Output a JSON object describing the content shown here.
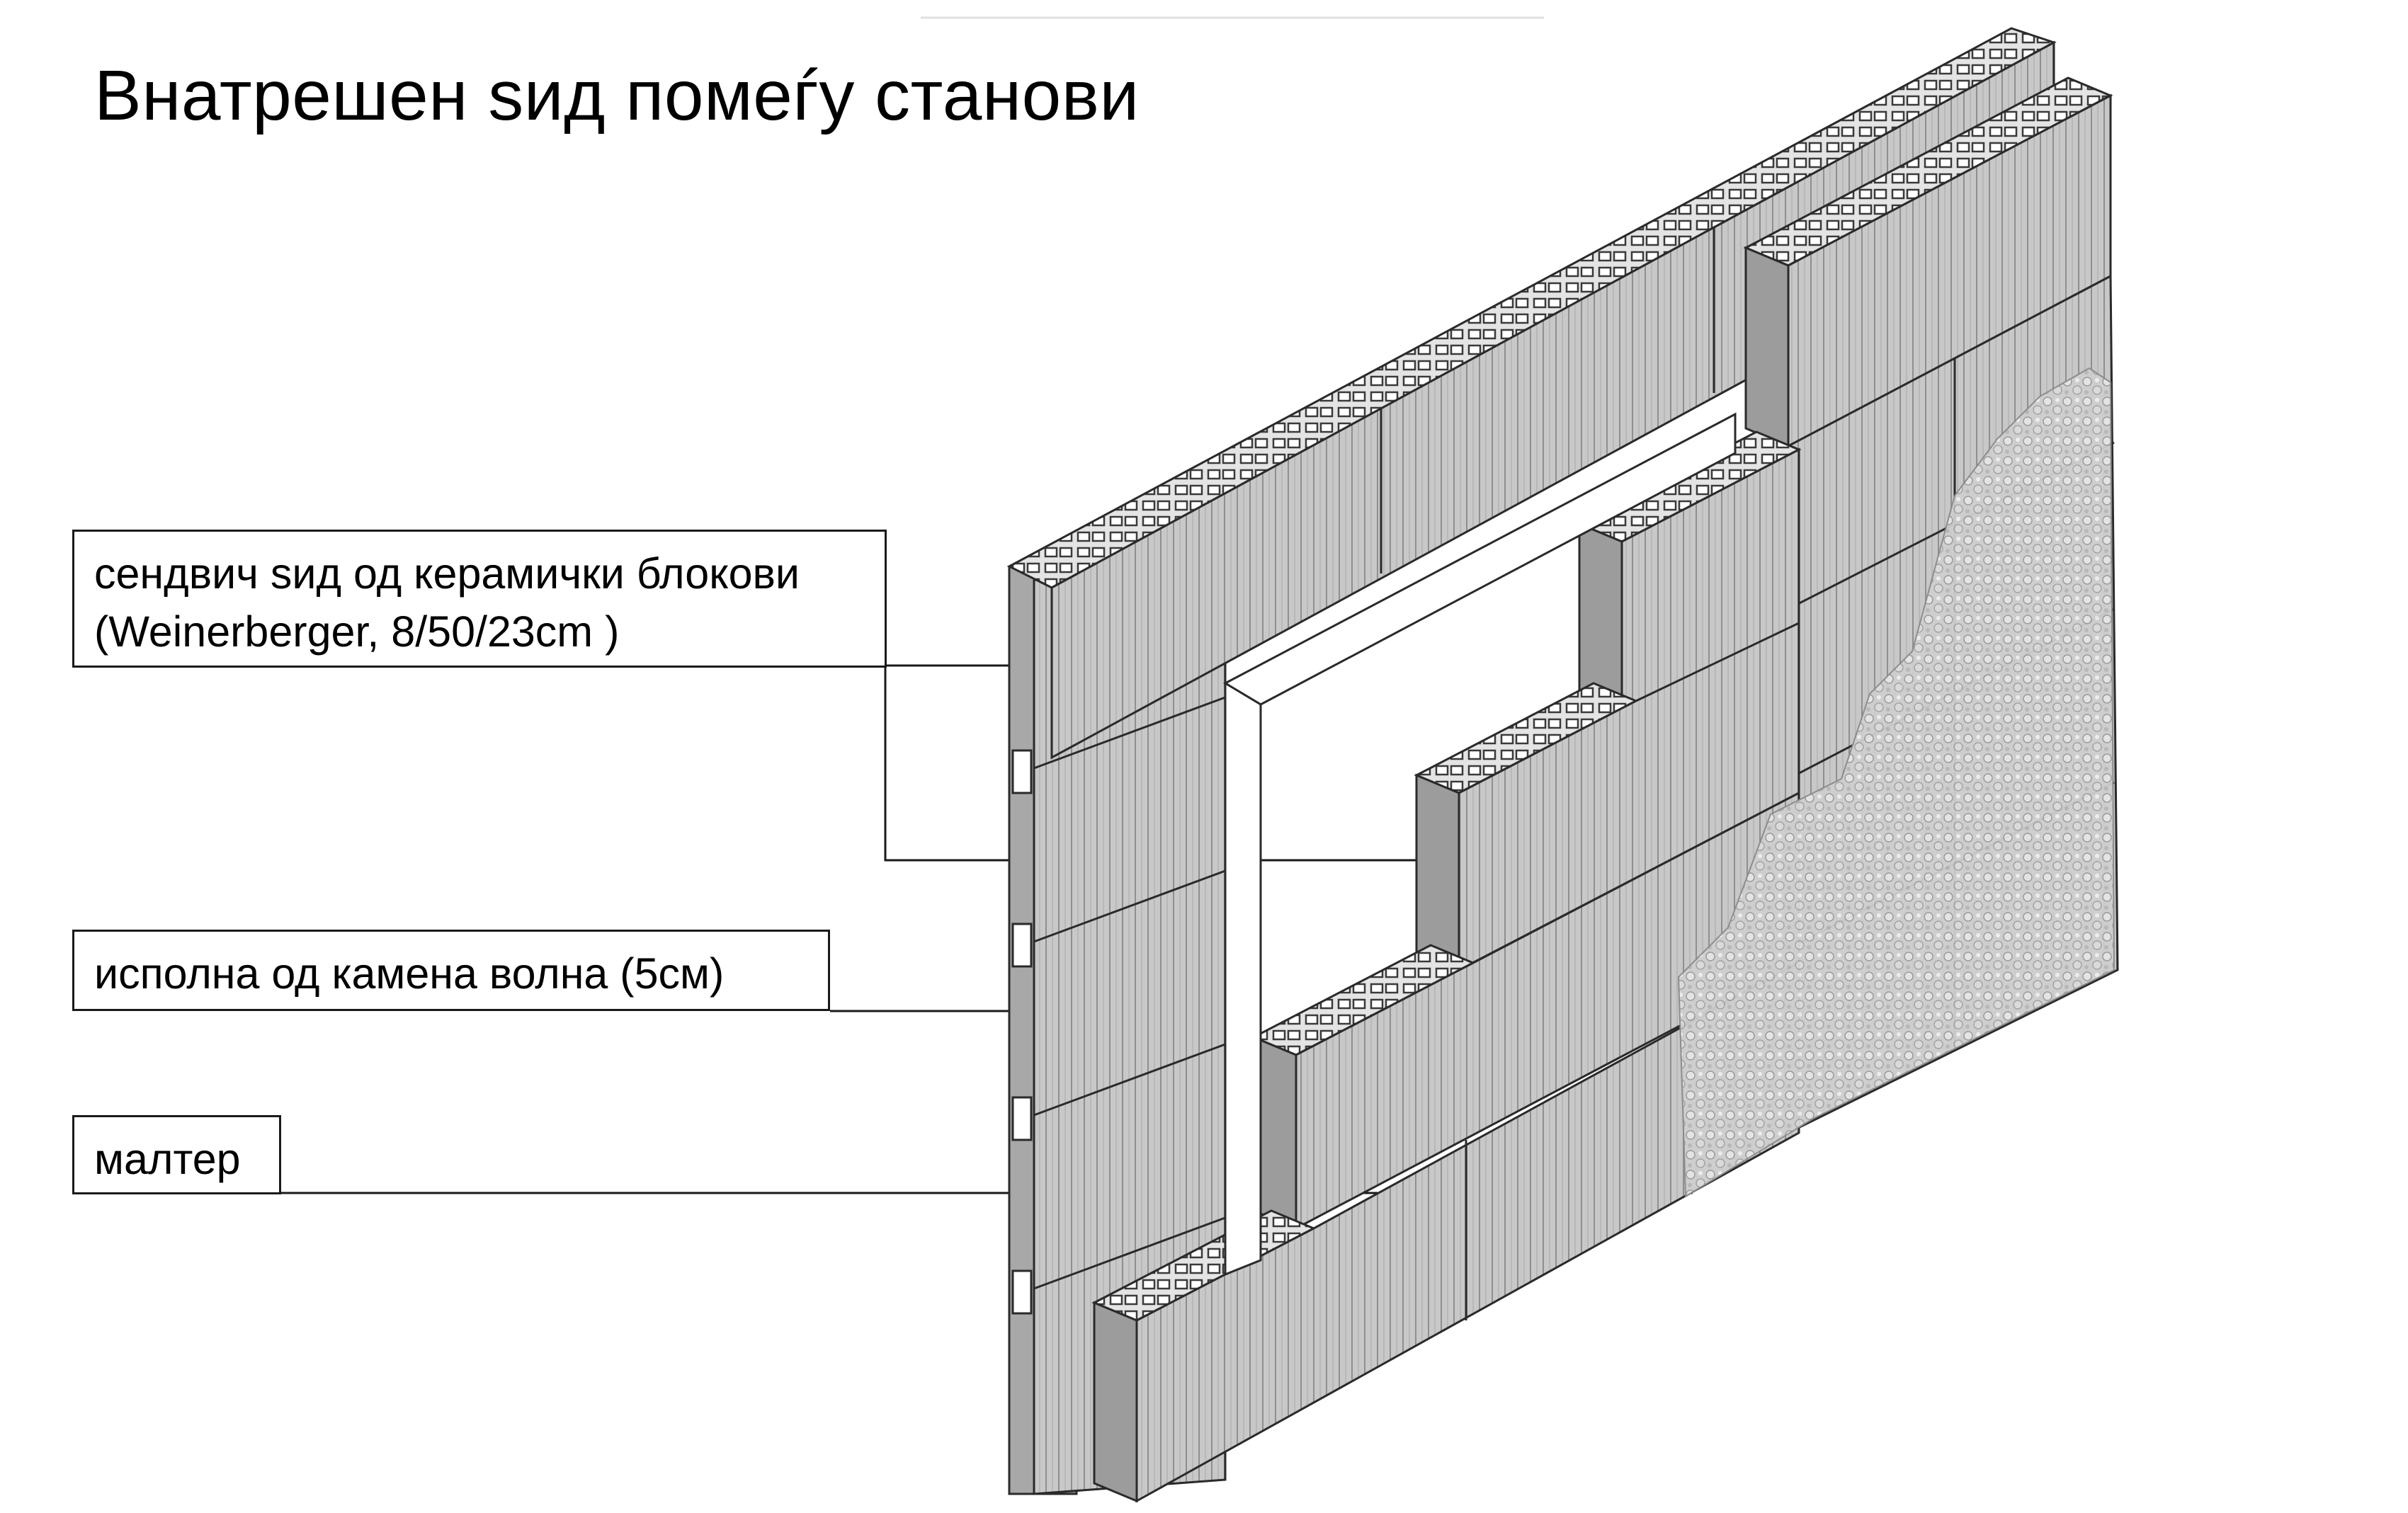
{
  "title": "Внатрешен ѕид помеѓу станови",
  "callouts": [
    {
      "lines": [
        "сендвич ѕид од керамички блокови",
        "(Weinerberger, 8/50/23cm )"
      ]
    },
    {
      "lines": [
        "исполна од камена волна (5см)"
      ]
    },
    {
      "lines": [
        "малтер"
      ]
    }
  ],
  "colors": {
    "block_face": "#c8c8c8",
    "block_top": "#e2e2e2",
    "block_side": "#9c9c9c",
    "outline": "#2a2a2a",
    "plaster": "#d4d4d4"
  }
}
